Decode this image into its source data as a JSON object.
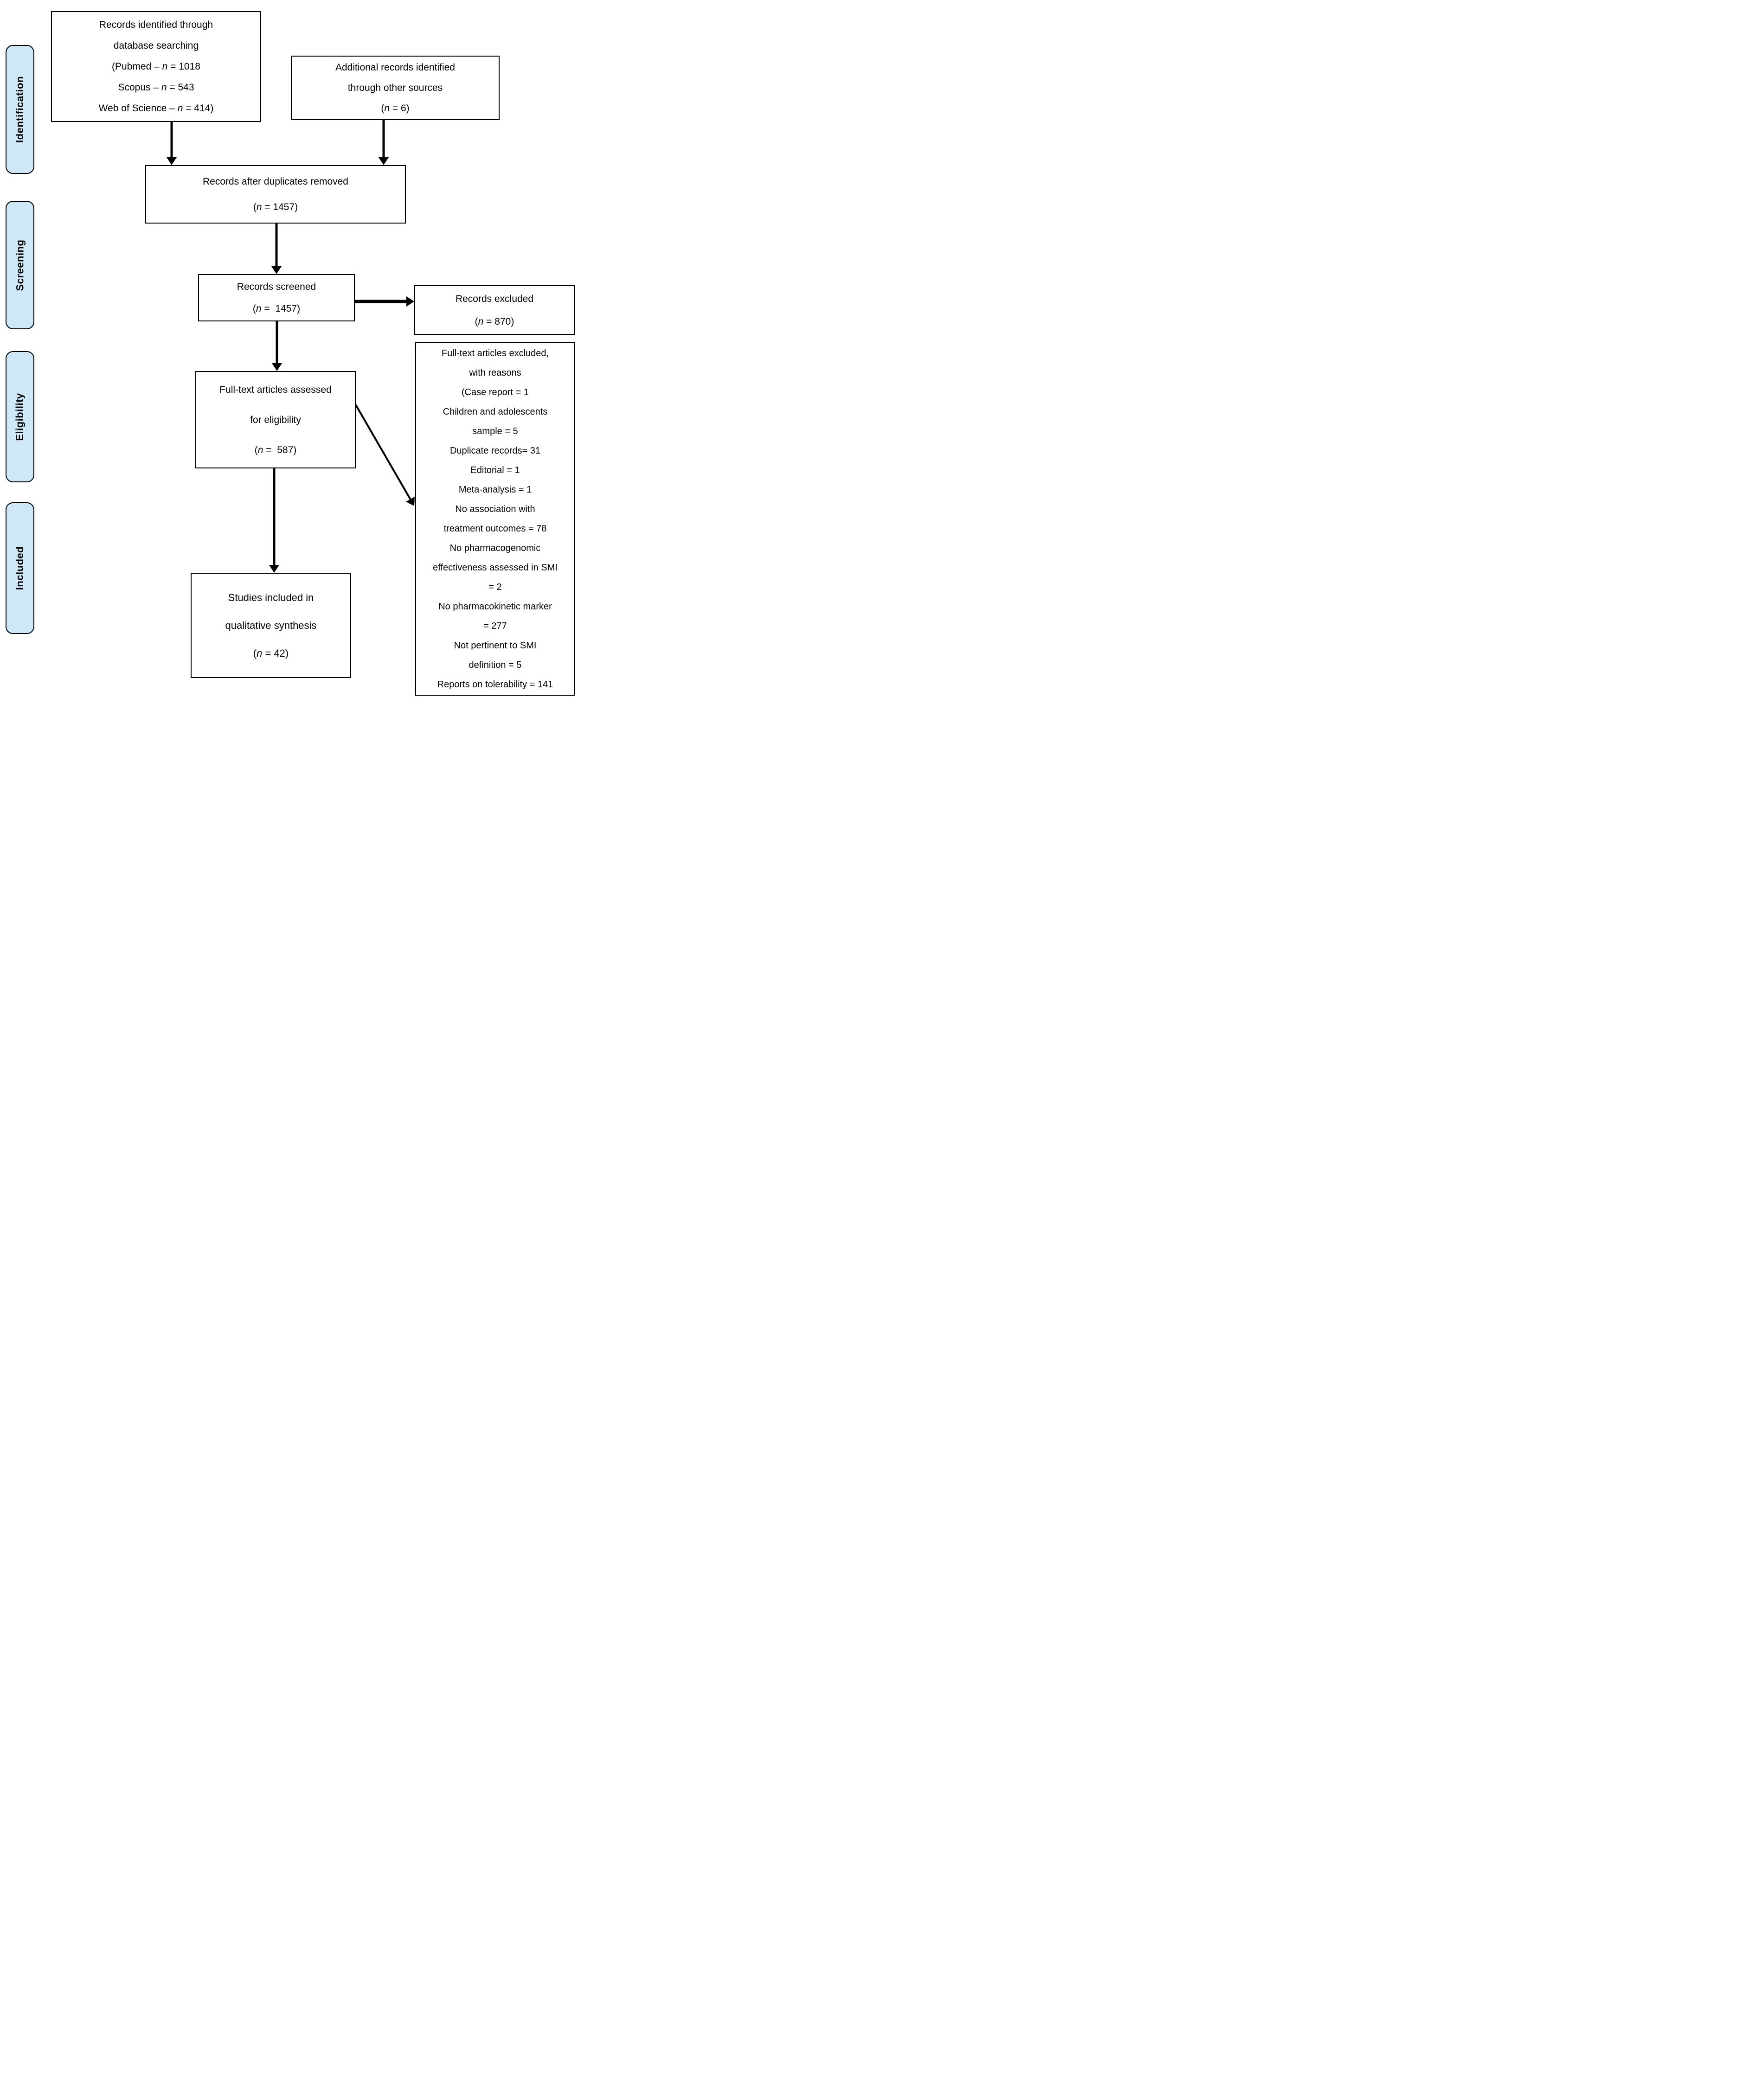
{
  "diagram": {
    "kind": "PRISMA flow diagram",
    "colors": {
      "background": "#ffffff",
      "stage_fill": "#cfe8f8",
      "stage_border": "#000000",
      "box_fill": "#ffffff",
      "box_border": "#000000",
      "arrow": "#000000"
    },
    "stages": [
      {
        "label": "Identification"
      },
      {
        "label": "Screening"
      },
      {
        "label": "Eligibility"
      },
      {
        "label": "Included"
      }
    ],
    "boxes": {
      "records_identified": {
        "lines": [
          {
            "pre": "Records identified through"
          },
          {
            "pre": "database searching"
          },
          {
            "pre": "(Pubmed – ",
            "it": "n",
            "post": " = 1018"
          },
          {
            "pre": "Scopus – ",
            "it": "n",
            "post": " = 543"
          },
          {
            "pre": "Web of Science – ",
            "it": "n",
            "post": " = 414)"
          }
        ]
      },
      "additional_records": {
        "lines": [
          {
            "pre": "Additional records identified"
          },
          {
            "pre": "through other sources"
          },
          {
            "pre": "(",
            "it": "n",
            "post": " = 6)"
          }
        ]
      },
      "after_duplicates": {
        "lines": [
          {
            "pre": "Records after duplicates removed"
          },
          {
            "pre": "(",
            "it": "n",
            "post": " = 1457)"
          }
        ]
      },
      "records_screened": {
        "lines": [
          {
            "pre": "Records screened"
          },
          {
            "pre": "(",
            "it": "n",
            "post": " =  1457)"
          }
        ]
      },
      "records_excluded": {
        "lines": [
          {
            "pre": "Records excluded"
          },
          {
            "pre": "(",
            "it": "n",
            "post": " = 870)"
          }
        ]
      },
      "fulltext_assessed": {
        "lines": [
          {
            "pre": "Full-text articles assessed"
          },
          {
            "pre": "for eligibility"
          },
          {
            "pre": "(",
            "it": "n",
            "post": " =  587)"
          }
        ]
      },
      "fulltext_excluded": {
        "lines": [
          {
            "pre": "Full-text articles excluded,"
          },
          {
            "pre": "with reasons"
          },
          {
            "pre": "(Case report = 1"
          },
          {
            "pre": "Children and adolescents"
          },
          {
            "pre": "sample = 5"
          },
          {
            "pre": "Duplicate records= 31"
          },
          {
            "pre": "Editorial = 1"
          },
          {
            "pre": "Meta-analysis = 1"
          },
          {
            "pre": "No association with"
          },
          {
            "pre": "treatment outcomes = 78"
          },
          {
            "pre": "No pharmacogenomic"
          },
          {
            "pre": "effectiveness assessed in SMI"
          },
          {
            "pre": "= 2"
          },
          {
            "pre": "No pharmacokinetic marker"
          },
          {
            "pre": "= 277"
          },
          {
            "pre": "Not pertinent to SMI"
          },
          {
            "pre": "definition = 5"
          },
          {
            "pre": "Reports on tolerability = 141"
          }
        ]
      },
      "studies_included": {
        "lines": [
          {
            "pre": "Studies included in"
          },
          {
            "pre": "qualitative synthesis"
          },
          {
            "pre": "(",
            "it": "n",
            "post": " = 42)"
          }
        ]
      }
    }
  }
}
